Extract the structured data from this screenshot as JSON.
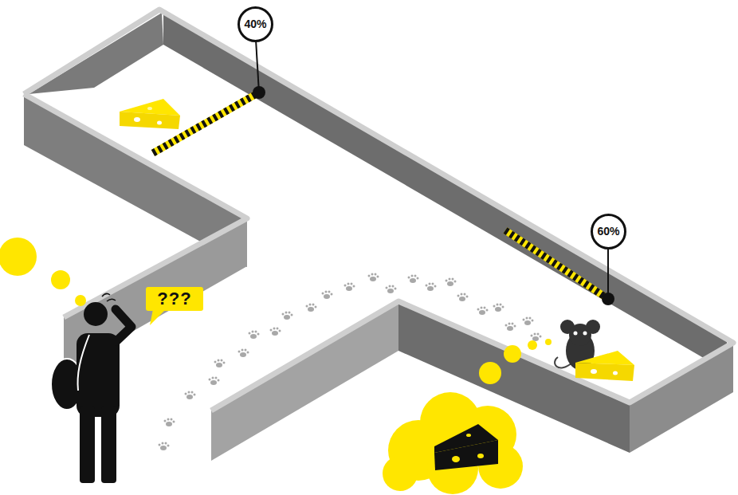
{
  "diagram": {
    "nodes": [
      {
        "text": [
          "40%"
        ]
      },
      {
        "text": [
          "60%"
        ]
      },
      {
        "text": [
          "???"
        ]
      }
    ]
  }
}
